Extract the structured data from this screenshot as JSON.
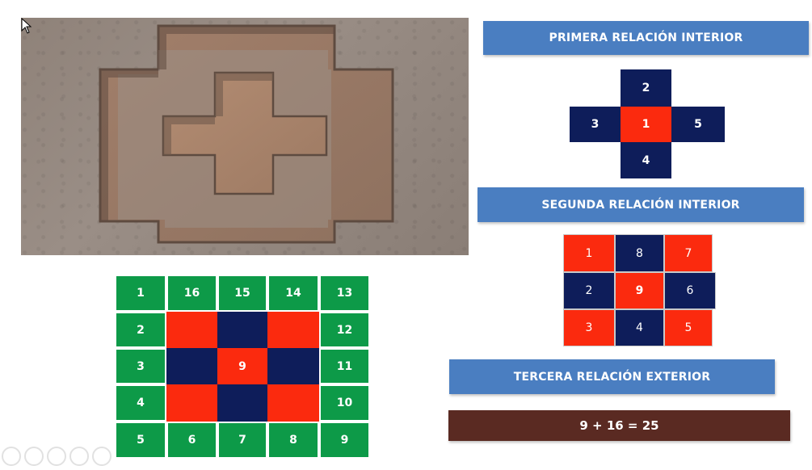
{
  "headers": {
    "first": "PRIMERA RELACIÓN INTERIOR",
    "second": "SEGUNDA RELACIÓN INTERIOR",
    "third": "TERCERA RELACIÓN EXTERIOR"
  },
  "equation": "9 + 16 = 25",
  "first_cross": {
    "top": "2",
    "left": "3",
    "center": "1",
    "right": "5",
    "bottom": "4"
  },
  "second_grid": [
    [
      "1",
      "8",
      "7"
    ],
    [
      "2",
      "9",
      "6"
    ],
    [
      "3",
      "4",
      "5"
    ]
  ],
  "big_grid": {
    "top_row": [
      "1",
      "16",
      "15",
      "14",
      "13"
    ],
    "left_col": [
      "2",
      "3",
      "4"
    ],
    "right_col": [
      "12",
      "11",
      "10"
    ],
    "bottom_row": [
      "5",
      "6",
      "7",
      "8",
      "9"
    ],
    "center": "9"
  },
  "colors": {
    "header_blue": "#4a7ec1",
    "navy": "#0e1d5a",
    "red": "#fb2a0e",
    "green": "#0d9a48",
    "equation_brown": "#5a2a22"
  }
}
